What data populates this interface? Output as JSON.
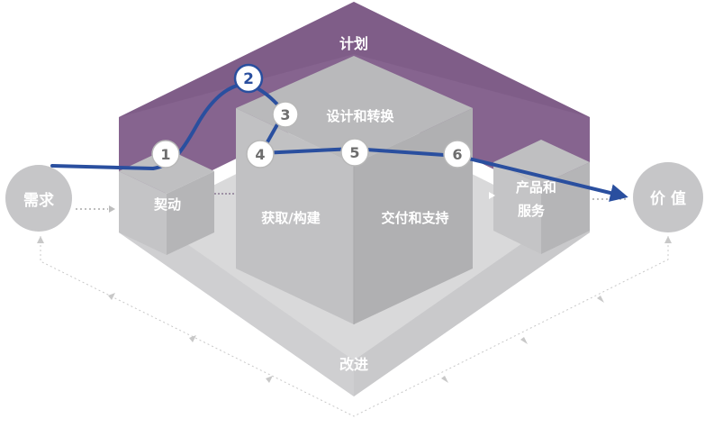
{
  "diagram": {
    "labels": {
      "plan": "计划",
      "design_transition": "设计和转换",
      "engage": "契动",
      "obtain_build": "获取/构建",
      "deliver_support": "交付和支持",
      "products_services": "产品和\n服务",
      "improve": "改进",
      "demand": "需求",
      "value": "价 值"
    },
    "steps": [
      "1",
      "2",
      "3",
      "4",
      "5",
      "6"
    ],
    "highlighted_step": "2",
    "colors": {
      "plan_purple": "#86648f",
      "plan_purple_dark": "#6f4d7b",
      "gray_light": "#d9d9da",
      "gray_mid": "#c4c4c6",
      "gray_dark": "#b3b3b5",
      "flow_blue": "#2a4f9f",
      "circle_gray": "#c6c6c8"
    }
  }
}
